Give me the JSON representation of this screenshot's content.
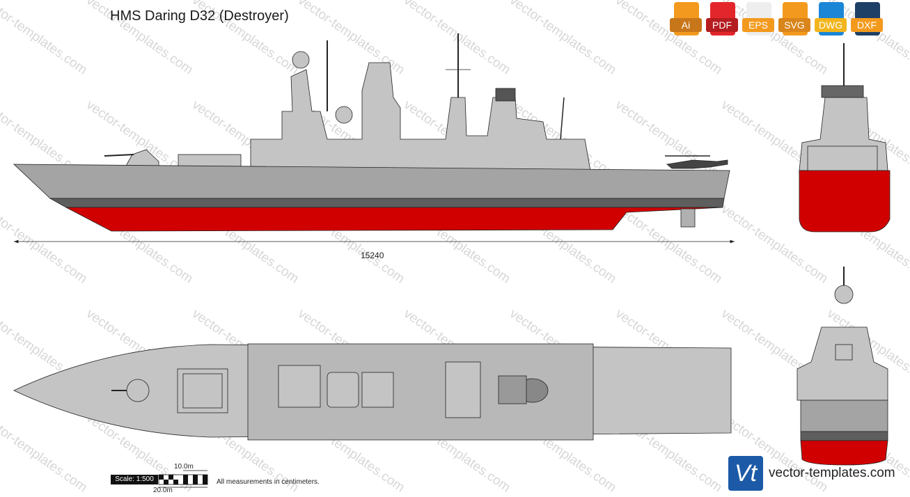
{
  "title": "HMS Daring D32 (Destroyer)",
  "watermark": "vector-templates.com",
  "formats": [
    {
      "label": "Ai",
      "color": "#f39a1e",
      "label_bg": "#c8761a"
    },
    {
      "label": "PDF",
      "color": "#e3262b",
      "label_bg": "#b51c20"
    },
    {
      "label": "EPS",
      "color": "#eeeeee",
      "label_bg": "#f39a1e"
    },
    {
      "label": "SVG",
      "color": "#f39a1e",
      "label_bg": "#d9851b"
    },
    {
      "label": "DWG",
      "color": "#1b86d6",
      "label_bg": "#f2b51d"
    },
    {
      "label": "DXF",
      "color": "#1e3f66",
      "label_bg": "#f39a1e"
    }
  ],
  "dimension": {
    "length_label": "15240"
  },
  "scale": {
    "label": "Scale: 1:500",
    "top_label": "10.0m",
    "bottom_label": "20.0m"
  },
  "note": "All measurements in centimeters.",
  "brand": {
    "logo_text": "Vt",
    "url": "vector-templates.com"
  },
  "colors": {
    "hull_grey": "#a4a4a4",
    "boot_top": "#5e5e5e",
    "antifouling_red": "#d10000",
    "superstructure": "#c4c4c4",
    "outline": "#222222"
  }
}
